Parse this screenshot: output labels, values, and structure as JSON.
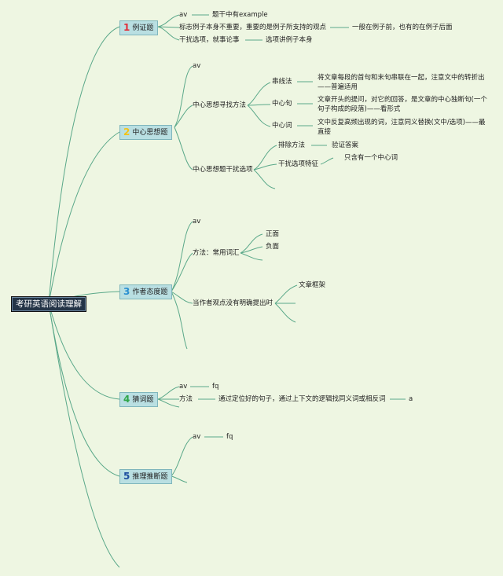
{
  "root": {
    "label": "考研英语阅读理解"
  },
  "colors": {
    "background": "#eef6e2",
    "line": "#5aa889",
    "topic_fill": "#b9dfe2",
    "root_fill": "#243447",
    "num1": "#e0303a",
    "num2": "#f2c318",
    "num3": "#2a8fd0",
    "num4": "#30a64a",
    "num5": "#1f4fa0"
  },
  "topics": [
    {
      "num": "1",
      "label": "例证题",
      "children": [
        {
          "label": "av",
          "note": "题干中有example"
        },
        {
          "label": "标志例子本身不重要，重要的是例子所支持的观点",
          "note": "一般在例子前，也有的在例子后面"
        },
        {
          "label": "干扰选项，就事论事",
          "note": "选项讲例子本身"
        }
      ]
    },
    {
      "num": "2",
      "label": "中心思想题",
      "children": [
        {
          "label": "av"
        },
        {
          "label": "中心思想寻找方法",
          "children": [
            {
              "label": "串线法",
              "note": "将文章每段的首句和末句串联在一起，注意文中的转折出——普遍适用"
            },
            {
              "label": "中心句",
              "note": "文章开头的提问，对它的回答，是文章的中心独断句(一个句子构成的段落)——看形式"
            },
            {
              "label": "中心词",
              "note": "文中反复高频出现的词，注意同义替换(文中/选项)——最直接"
            }
          ]
        },
        {
          "label": "中心思想题干扰选项",
          "children": [
            {
              "label": "排除方法",
              "note": "验证答案"
            },
            {
              "label": "干扰选项特征",
              "note": "只含有一个中心词"
            }
          ]
        }
      ]
    },
    {
      "num": "3",
      "label": "作者态度题",
      "children": [
        {
          "label": "av"
        },
        {
          "label": "方法：常用词汇",
          "children": [
            {
              "label": "正面"
            },
            {
              "label": "负面"
            }
          ]
        },
        {
          "label": "当作者观点没有明确提出时",
          "children": [
            {
              "label": "文章框架"
            }
          ]
        }
      ]
    },
    {
      "num": "4",
      "label": "猜词题",
      "children": [
        {
          "label": "av",
          "note": "fq"
        },
        {
          "label": "方法",
          "note": "通过定位好的句子，通过上下文的逻辑找同义词或相反词",
          "extra": "a"
        }
      ]
    },
    {
      "num": "5",
      "label": "推理推断题",
      "children": [
        {
          "label": "av",
          "note": "fq"
        }
      ]
    }
  ]
}
